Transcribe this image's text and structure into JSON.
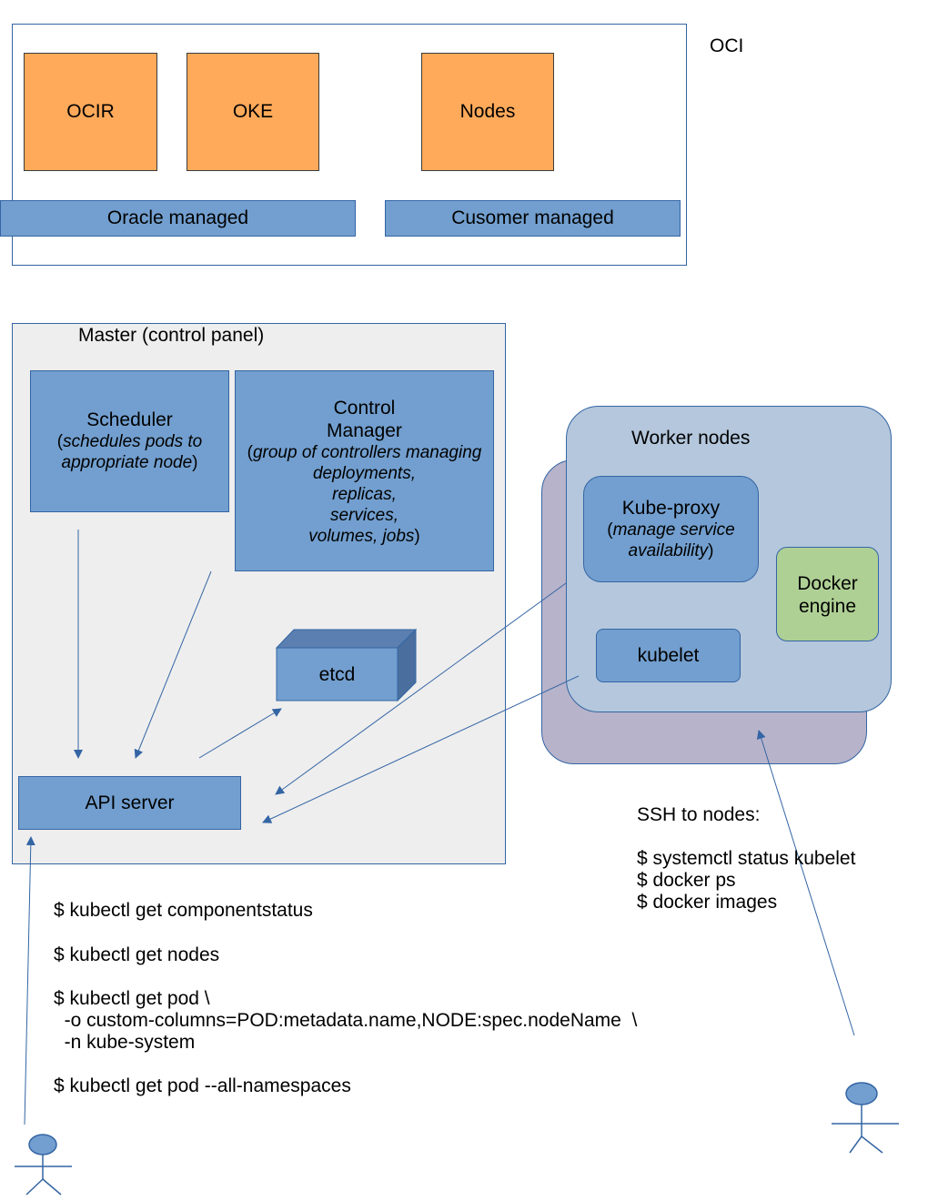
{
  "oci": {
    "label": "OCI",
    "boxes": {
      "ocir": "OCIR",
      "oke": "OKE",
      "nodes": "Nodes"
    },
    "oracle_managed": "Oracle managed",
    "customer_managed": "Cusomer managed"
  },
  "master": {
    "title": "Master (control panel)",
    "scheduler": {
      "title": "Scheduler",
      "desc_open": "(",
      "desc_line1": "schedules pods to",
      "desc_line2": "appropriate node",
      "desc_close": ")"
    },
    "control_manager": {
      "title_line1": "Control",
      "title_line2": "Manager",
      "desc_open": "(",
      "desc_line1": "group of controllers managing",
      "desc_line2": "deployments,",
      "desc_line3": "replicas,",
      "desc_line4": "services,",
      "desc_line5": "volumes, jobs",
      "desc_close": ")"
    },
    "etcd": "etcd",
    "api_server": "API server"
  },
  "workers": {
    "title": "Worker nodes",
    "kube_proxy": {
      "title": "Kube-proxy",
      "desc_open": "(",
      "desc_line1": "manage service",
      "desc_line2": "availability",
      "desc_close": ")"
    },
    "docker_line1": "Docker",
    "docker_line2": "engine",
    "kubelet": "kubelet"
  },
  "ssh": {
    "heading": "SSH to nodes:",
    "commands": [
      "$ systemctl status kubelet",
      "$ docker ps",
      "$ docker images"
    ]
  },
  "kubectl": {
    "cmd1": "$ kubectl get componentstatus",
    "cmd2": "$ kubectl get nodes",
    "cmd3_line1": "$ kubectl get pod \\",
    "cmd3_line2": "  -o custom-columns=POD:metadata.name,NODE:spec.nodeName  \\",
    "cmd3_line3": "  -n kube-system",
    "cmd4": "$ kubectl get pod --all-namespaces"
  },
  "colors": {
    "orange": "#ffaa5a",
    "blue": "#729fcf",
    "light_blue": "#b4c7dc",
    "purple": "#b7b3ca",
    "green": "#afd095",
    "gray_panel": "#eeeeee"
  }
}
